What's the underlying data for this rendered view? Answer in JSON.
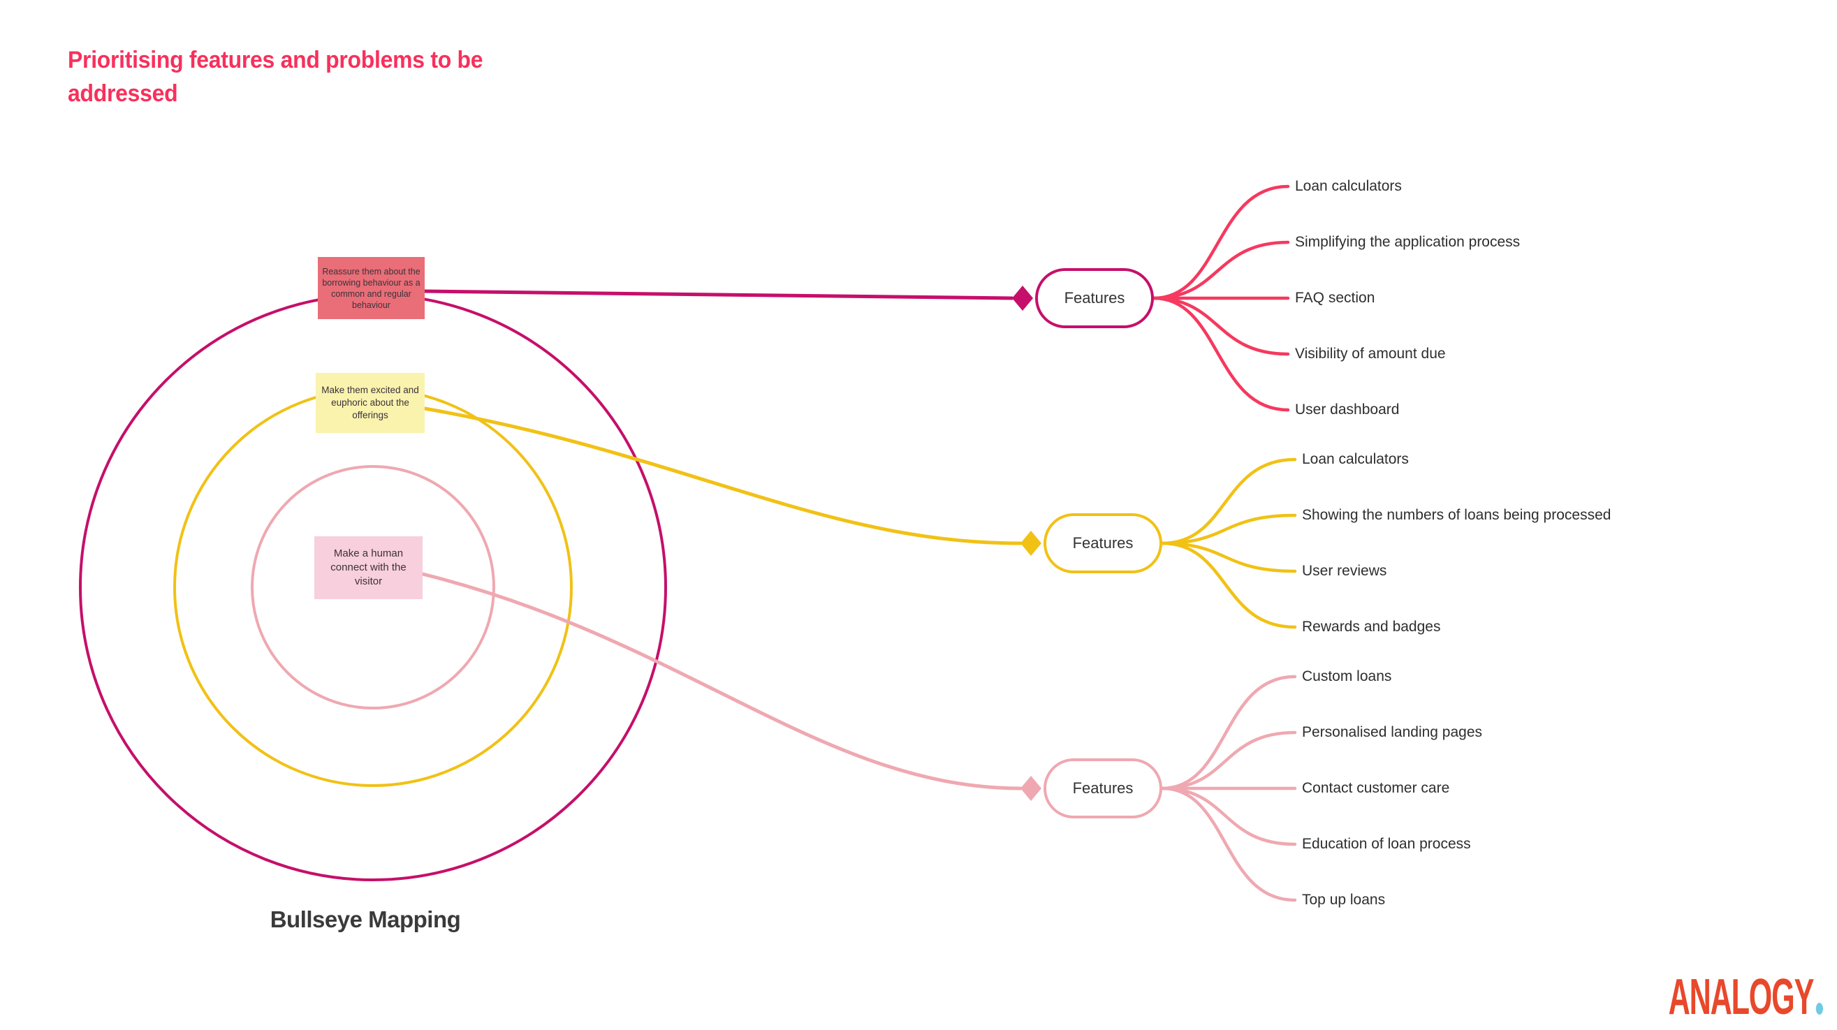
{
  "title": "Prioritising features and problems to be addressed",
  "title_color": "#F8305C",
  "bullseye": {
    "label": "Bullseye Mapping",
    "rings": [
      {
        "name": "outer-ring",
        "color": "#C50F6A",
        "radius": 419
      },
      {
        "name": "middle-ring",
        "color": "#F1C115",
        "radius": 284
      },
      {
        "name": "inner-ring",
        "color": "#EFA8B1",
        "radius": 173
      }
    ]
  },
  "groups": [
    {
      "id": "priority-outer",
      "note": {
        "text": "Reassure them about the borrowing behaviour as a common and regular behaviour",
        "bg": "#E96E78"
      },
      "node_label": "Features",
      "accent": "#C50F6A",
      "branch_color": "#F5395F",
      "features": [
        "Loan calculators",
        "Simplifying the application process",
        "FAQ section",
        "Visibility of amount due",
        "User dashboard"
      ]
    },
    {
      "id": "priority-middle",
      "note": {
        "text": "Make them excited and euphoric about the offerings",
        "bg": "#FAF3AE"
      },
      "node_label": "Features",
      "accent": "#F1C115",
      "branch_color": "#F1C115",
      "features": [
        "Loan calculators",
        "Showing the numbers of loans being processed",
        "User reviews",
        "Rewards and badges"
      ]
    },
    {
      "id": "priority-inner",
      "note": {
        "text": "Make a human connect with the visitor",
        "bg": "#F8CFDC"
      },
      "node_label": "Features",
      "accent": "#EFA8B1",
      "branch_color": "#EFA8B1",
      "features": [
        "Custom loans",
        "Personalised landing pages",
        "Contact customer care",
        "Education of loan process",
        "Top up loans"
      ]
    }
  ],
  "logo": {
    "text": "ANALOGY",
    "color": "#E8482B",
    "dot_color": "#6FCBE3"
  }
}
